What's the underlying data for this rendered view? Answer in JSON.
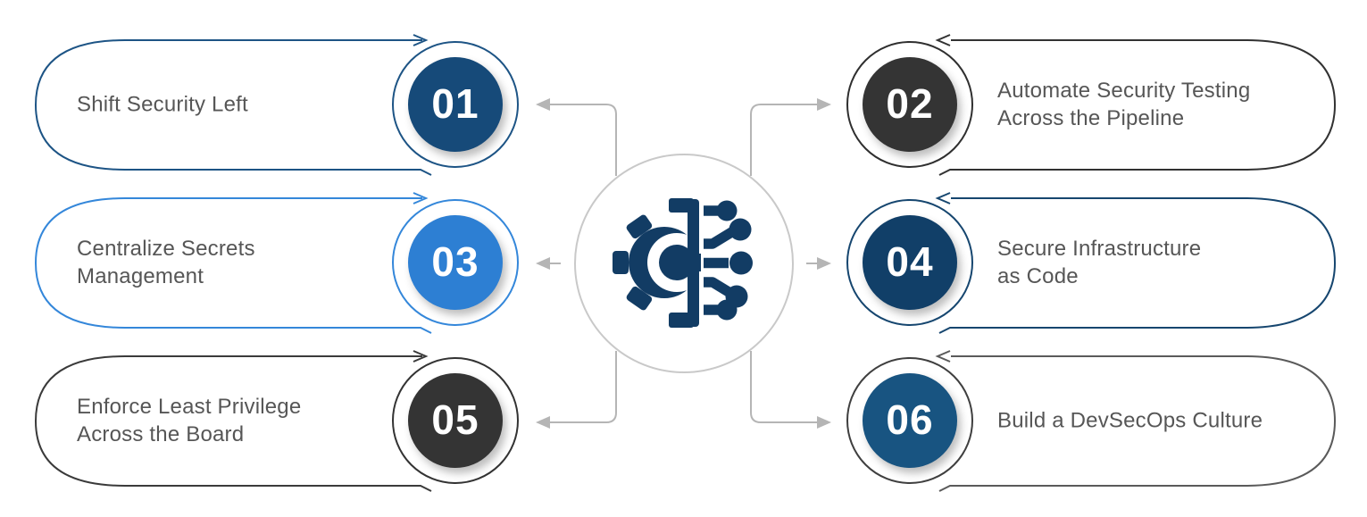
{
  "items": [
    {
      "number": "01",
      "title": "Shift Security Left",
      "side": "left",
      "colors": {
        "pill": "#1d5485",
        "ring": "#1d5485",
        "fill": "#164a79"
      }
    },
    {
      "number": "02",
      "title": "Automate Security Testing\nAcross the Pipeline",
      "side": "right",
      "colors": {
        "pill": "#323232",
        "ring": "#2f2f2f",
        "fill": "#343434"
      }
    },
    {
      "number": "03",
      "title": "Centralize Secrets\nManagement",
      "side": "left",
      "colors": {
        "pill": "#3487da",
        "ring": "#3487da",
        "fill": "#2d7fd3"
      }
    },
    {
      "number": "04",
      "title": "Secure Infrastructure\nas Code",
      "side": "right",
      "colors": {
        "pill": "#16466f",
        "ring": "#16466f",
        "fill": "#113f68"
      }
    },
    {
      "number": "05",
      "title": "Enforce Least Privilege\nAcross the Board",
      "side": "left",
      "colors": {
        "pill": "#3a3a3a",
        "ring": "#333333",
        "fill": "#343434"
      }
    },
    {
      "number": "06",
      "title": "Build a DevSecOps Culture",
      "side": "right",
      "colors": {
        "pill": "#5a5a5a",
        "ring": "#3f3f3f",
        "fill": "#185481"
      }
    }
  ],
  "center": {
    "icon": "gear-circuit-icon"
  },
  "palette": {
    "background": "#ffffff",
    "text": "#565656",
    "connector": "#b5b5b5",
    "hub-border": "#c9c9c9",
    "icon-navy": "#123c64"
  }
}
